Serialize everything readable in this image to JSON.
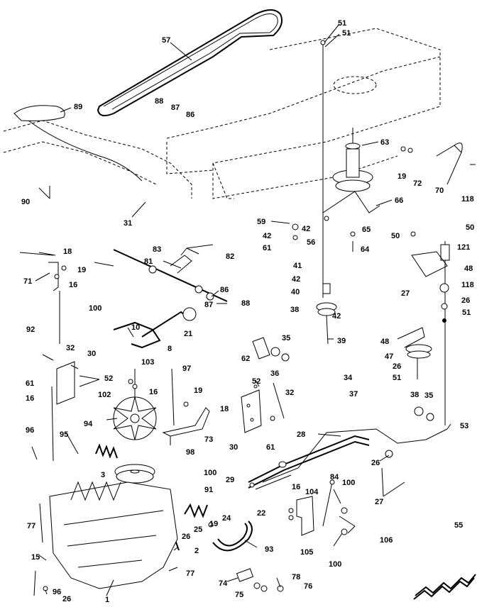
{
  "part_labels": {
    "p57": "57",
    "p51a": "51",
    "p51b": "51",
    "p88a": "88",
    "p87a": "87",
    "p86a": "86",
    "p89": "89",
    "p63": "63",
    "p19a": "19",
    "p72": "72",
    "p70": "70",
    "p118a": "118",
    "p90": "90",
    "p31": "31",
    "p59": "59",
    "p66": "66",
    "p42a": "42",
    "p42b": "42",
    "p61a": "61",
    "p56": "56",
    "p65": "65",
    "p64": "64",
    "p50a": "50",
    "p50b": "50",
    "p121": "121",
    "p18a": "18",
    "p83": "83",
    "p82": "82",
    "p19b": "19",
    "p71": "71",
    "p16a": "16",
    "p81": "81",
    "p41": "41",
    "p42c": "42",
    "p48a": "48",
    "p118b": "118",
    "p86b": "86",
    "p40": "40",
    "p27a": "27",
    "p26a": "26",
    "p100a": "100",
    "p87b": "87",
    "p88b": "88",
    "p51c": "51",
    "p92": "92",
    "p10": "10",
    "p38a": "38",
    "p42d": "42",
    "p21": "21",
    "p39": "39",
    "p8": "8",
    "p35a": "35",
    "p48b": "48",
    "p62": "62",
    "p32a": "32",
    "p30a": "30",
    "p36": "36",
    "p47": "47",
    "p61b": "61",
    "p52a": "52",
    "p103": "103",
    "p97": "97",
    "p26b": "26",
    "p16b": "16",
    "p52b": "52",
    "p51d": "51",
    "p16c": "16",
    "p102": "102",
    "p19c": "19",
    "p32b": "32",
    "p34": "34",
    "p37": "37",
    "p18b": "18",
    "p38b": "38",
    "p35b": "35",
    "p94": "94",
    "p73": "73",
    "p30b": "30",
    "p61c": "61",
    "p96a": "96",
    "p95": "95",
    "p28": "28",
    "p53": "53",
    "p98": "98",
    "p26c": "26",
    "p3": "3",
    "p100b": "100",
    "p29": "29",
    "p84": "84",
    "p100c": "100",
    "p91": "91",
    "p16d": "16",
    "p104": "104",
    "p27b": "27",
    "p24": "24",
    "p19d": "19",
    "p22": "22",
    "p77a": "77",
    "p25": "25",
    "p26d": "26",
    "p106": "106",
    "p55": "55",
    "p93": "93",
    "p105": "105",
    "p15": "15",
    "p2": "2",
    "p100d": "100",
    "p77b": "77",
    "p96b": "96",
    "p78": "78",
    "p74": "74",
    "p75": "75",
    "p76": "76",
    "p26e": "26",
    "p1": "1"
  }
}
